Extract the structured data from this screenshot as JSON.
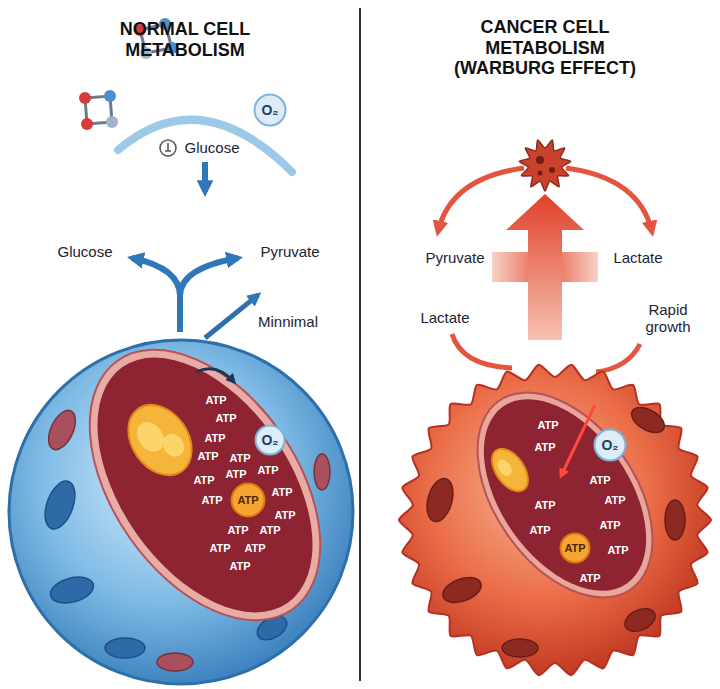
{
  "diagram": {
    "nodes": [
      {
        "text": [
          "O₂"
        ]
      },
      {
        "text": [
          "O₂"
        ]
      },
      {
        "text": [
          "ATP"
        ]
      },
      {
        "text": [
          "O₂"
        ]
      },
      {
        "text": [
          "ATP"
        ]
      }
    ],
    "labels": [
      "NORMAL CELL METABOLISM",
      "CANCER CELL METABOLISM (WARBURG EFFECT)",
      "Glucose",
      "Glucose",
      "Pyruvate",
      "Minnimal",
      "ATP",
      "ATP",
      "ATP",
      "ATP",
      "ATP",
      "ATP",
      "ATP",
      "ATP",
      "ATP",
      "ATP",
      "ATP",
      "ATP",
      "ATP",
      "ATP",
      "ATP",
      "ATP",
      "Pyruvate",
      "Lactate",
      "Lactate",
      "Rapid growth",
      "ATP",
      "ATP",
      "ATP",
      "ATP",
      "ATP",
      "ATP",
      "ATP",
      "ATP",
      "ATP"
    ]
  }
}
